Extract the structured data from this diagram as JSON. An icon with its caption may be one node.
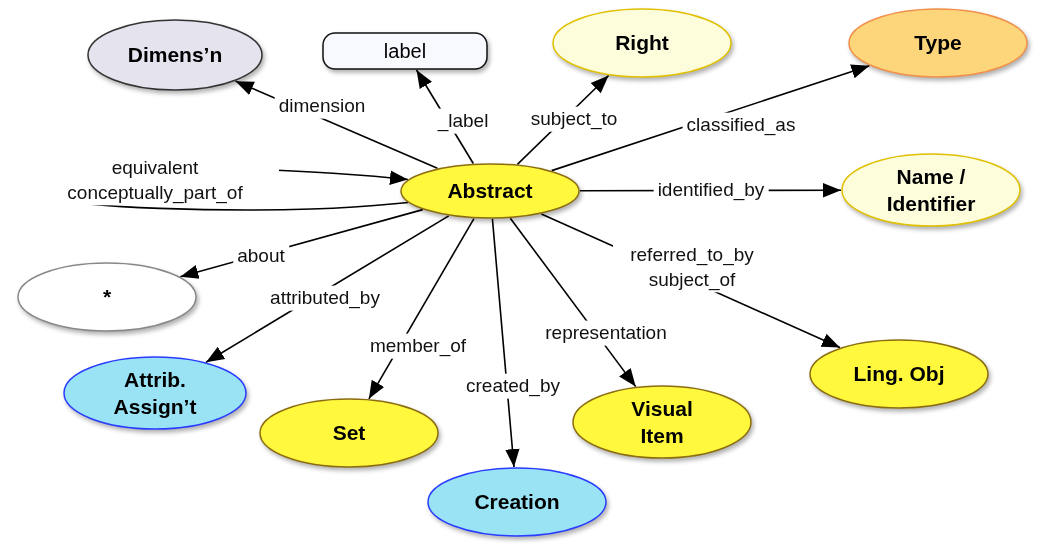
{
  "diagram": {
    "nodes": [
      {
        "text": [
          "Abstract"
        ]
      },
      {
        "text": [
          "Dimens’n"
        ]
      },
      {
        "text": [
          "label"
        ]
      },
      {
        "text": [
          "Right"
        ]
      },
      {
        "text": [
          "Type"
        ]
      },
      {
        "text": [
          "Name / Identifier"
        ]
      },
      {
        "text": [
          "*"
        ]
      },
      {
        "text": [
          "Attrib. Assign’t"
        ]
      },
      {
        "text": [
          "Set"
        ]
      },
      {
        "text": [
          "Creation"
        ]
      },
      {
        "text": [
          "Visual Item"
        ]
      },
      {
        "text": [
          "Ling. Obj"
        ]
      }
    ],
    "edges": [
      {
        "from": 0,
        "to": 1,
        "arrow": "to",
        "label": "dimension"
      },
      {
        "from": 0,
        "to": 2,
        "arrow": "to",
        "label": "_label"
      },
      {
        "from": 0,
        "to": 3,
        "arrow": "to",
        "label": "subject_to"
      },
      {
        "from": 0,
        "to": 4,
        "arrow": "to",
        "label": "classified_as"
      },
      {
        "from": 0,
        "to": 0,
        "arrow": "to",
        "label": "equivalent conceptually_part_of"
      },
      {
        "from": 0,
        "to": 5,
        "arrow": "to",
        "label": "identified_by"
      },
      {
        "from": 0,
        "to": 6,
        "arrow": "to",
        "label": "about"
      },
      {
        "from": 0,
        "to": 7,
        "arrow": "to",
        "label": "attributed_by"
      },
      {
        "from": 0,
        "to": 8,
        "arrow": "to",
        "label": "member_of"
      },
      {
        "from": 0,
        "to": 9,
        "arrow": "to",
        "label": "created_by"
      },
      {
        "from": 0,
        "to": 10,
        "arrow": "to",
        "label": "representation"
      },
      {
        "from": 0,
        "to": 11,
        "arrow": "to",
        "label": "referred_to_by subject_of"
      }
    ]
  }
}
